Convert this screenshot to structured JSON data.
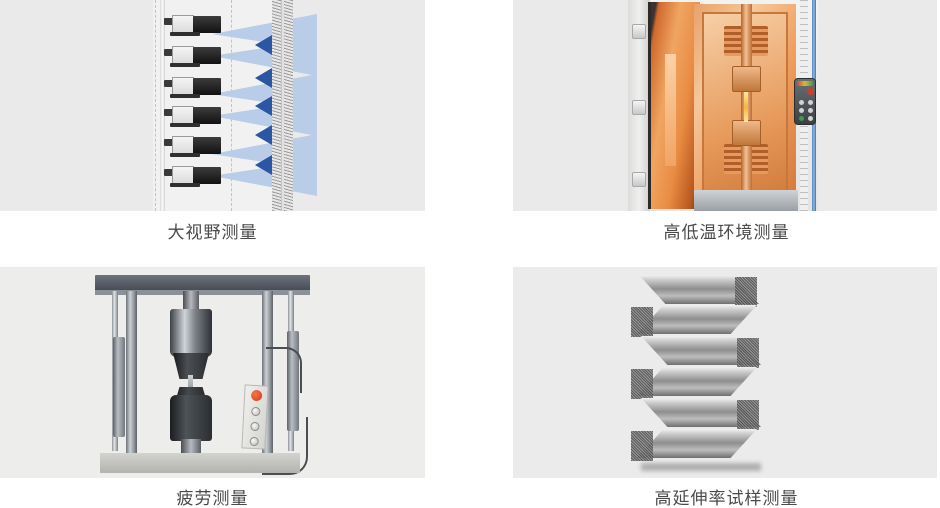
{
  "page": {
    "background_color": "#ffffff",
    "layout": "2x2-image-caption-grid",
    "card_background_color": "#eaeaea",
    "caption_color": "#4a4a4a"
  },
  "cards": [
    {
      "id": "wide-field-measurement",
      "caption": "大视野测量",
      "image_alt": "多台相机阵列对试样进行大视野非接触测量示意图",
      "illustration": {
        "type": "diagram",
        "camera_count": 6,
        "beam_color": "#b9cde9",
        "beam_tip_color": "#2a56a4",
        "specimen_color": "#9a9a9a"
      }
    },
    {
      "id": "high-low-temperature-measurement",
      "caption": "高低温环境测量",
      "image_alt": "高低温环境箱内拉伸试验机与手持控制器照片",
      "illustration": {
        "type": "photo",
        "chamber_color": "#e89f62",
        "column_color": "#4f86c6"
      }
    },
    {
      "id": "fatigue-measurement",
      "caption": "疲劳测量",
      "image_alt": "疲劳试验机加载框架与试样夹持照片",
      "illustration": {
        "type": "photo",
        "frame_color": "#5d6168",
        "estop_color": "#d3381e"
      }
    },
    {
      "id": "high-elongation-specimen-measurement",
      "caption": "高延伸率试样测量",
      "image_alt": "高延伸率锯齿折叠金属试样照片",
      "illustration": {
        "type": "photo",
        "specimen_color": "#8e8e8e",
        "zigzag_segments": 6
      }
    }
  ]
}
